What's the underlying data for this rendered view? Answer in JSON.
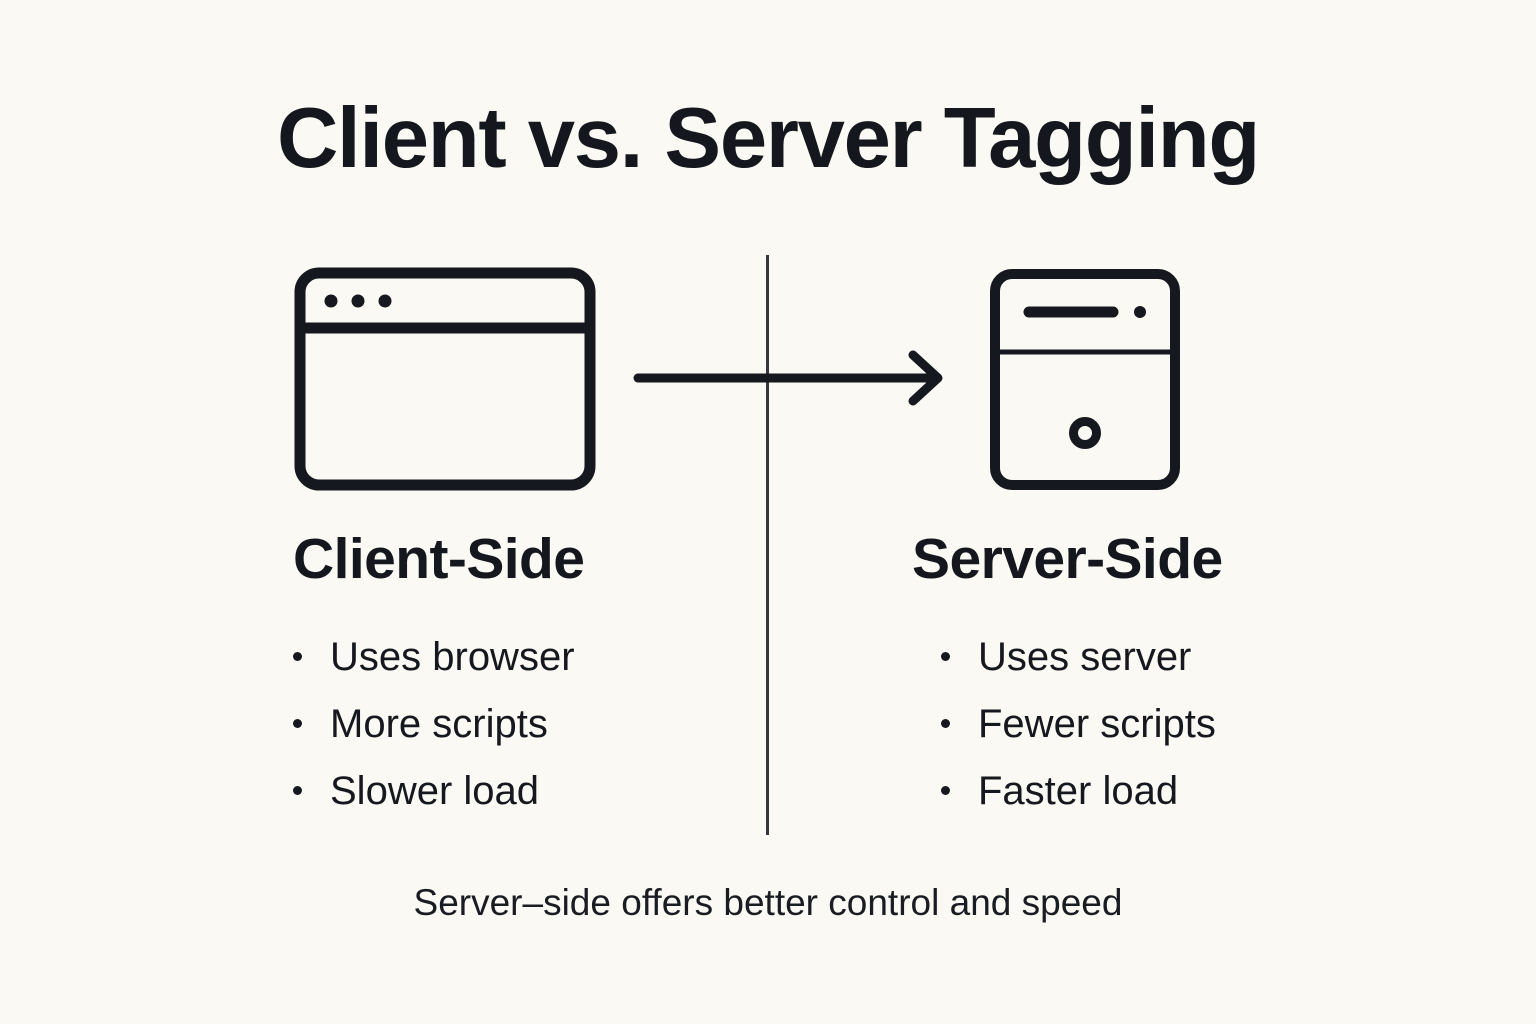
{
  "title": "Client vs. Server Tagging",
  "client": {
    "heading": "Client-Side",
    "icon": "browser-window-icon",
    "bullets": [
      "Uses browser",
      "More scripts",
      "Slower load"
    ]
  },
  "server": {
    "heading": "Server-Side",
    "icon": "server-tower-icon",
    "bullets": [
      "Uses server",
      "Fewer scripts",
      "Faster load"
    ]
  },
  "arrow": "client-to-server-arrow",
  "caption": "Server–side offers better control and speed",
  "colors": {
    "background": "#FAF9F3",
    "ink": "#15181E",
    "divider": "#34383E"
  }
}
